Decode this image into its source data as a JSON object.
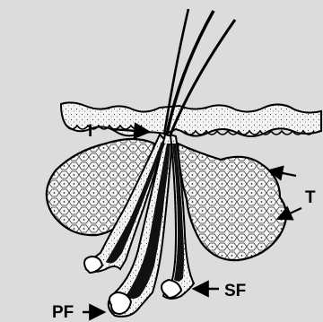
{
  "colors": {
    "background": "#dcdcdc",
    "tissue": "#f2f2f2",
    "ink": "#000000"
  },
  "labels": {
    "isthmus": "I",
    "tubule": "T",
    "secondary_follicle": "SF",
    "primary_follicle": "PF"
  }
}
